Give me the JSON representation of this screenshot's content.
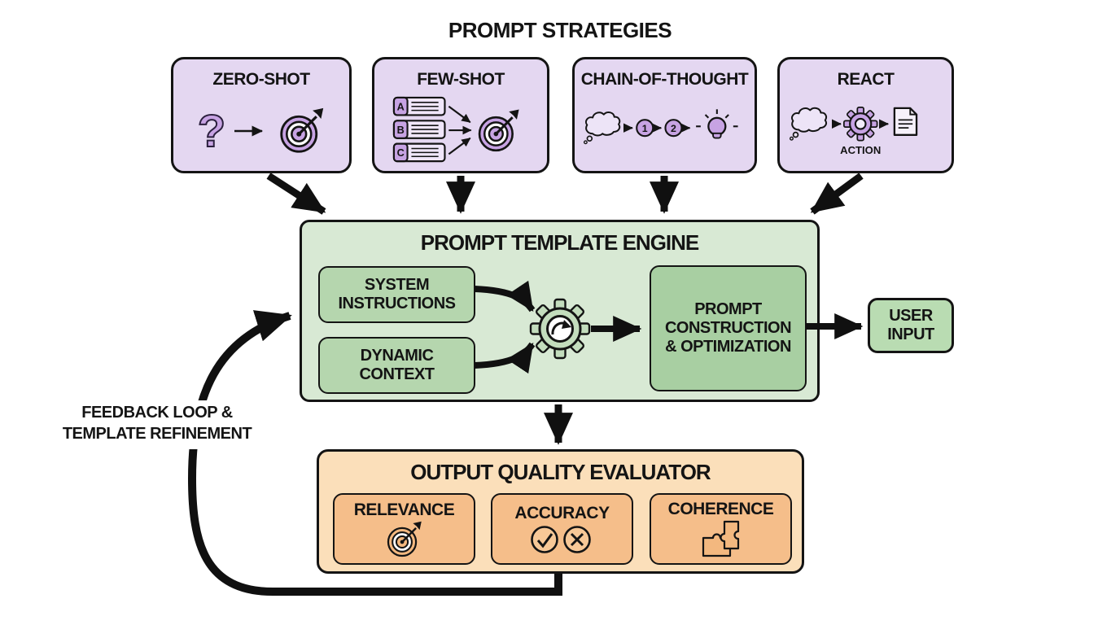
{
  "title": "PROMPT STRATEGIES",
  "strategies": [
    {
      "label": "ZERO-SHOT",
      "icon": "question-to-target-icon",
      "glyph": "?"
    },
    {
      "label": "FEW-SHOT",
      "icon": "example-cards-to-target-icon",
      "letters": [
        "A",
        "B",
        "C"
      ]
    },
    {
      "label": "CHAIN-OF-THOUGHT",
      "icon": "thought-steps-to-idea-icon",
      "steps": [
        "1",
        "2"
      ]
    },
    {
      "label": "REACT",
      "icon": "thought-gear-document-icon",
      "action_label": "ACTION"
    }
  ],
  "engine": {
    "title": "PROMPT TEMPLATE ENGINE",
    "system_instructions": "SYSTEM\nINSTRUCTIONS",
    "dynamic_context": "DYNAMIC\nCONTEXT",
    "construction": "PROMPT\nCONSTRUCTION\n& OPTIMIZATION"
  },
  "user_input": "USER\nINPUT",
  "evaluator": {
    "title": "OUTPUT QUALITY EVALUATOR",
    "criteria": [
      {
        "label": "RELEVANCE",
        "icon": "target-icon"
      },
      {
        "label": "ACCURACY",
        "icon": "check-and-cross-icon"
      },
      {
        "label": "COHERENCE",
        "icon": "puzzle-pieces-icon"
      }
    ]
  },
  "feedback_label": "FEEDBACK LOOP &\nTEMPLATE REFINEMENT",
  "colors": {
    "purple_box": "#e4d7f1",
    "purple_accent": "#c7a3e3",
    "green_box": "#d8e9d4",
    "green_sub": "#b5d6ae",
    "green_sub_dark": "#a8cfa2",
    "orange_box": "#fbdfba",
    "orange_sub": "#f5be8a",
    "orange_accent": "#f3b87f",
    "line": "#101010"
  }
}
